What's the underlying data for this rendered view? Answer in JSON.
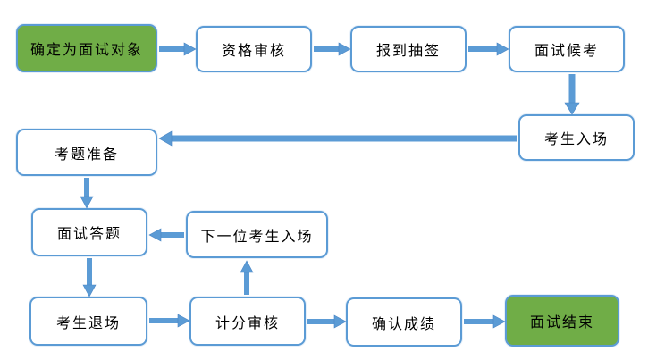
{
  "colors": {
    "accent_blue": "#5B9BD5",
    "arrow_blue": "#5B9BD5",
    "start_end_green": "#70AD47",
    "node_fill": "#FFFFFF",
    "text": "#000000"
  },
  "nodes": [
    {
      "id": "start",
      "label": "确定为面试对象",
      "type": "start"
    },
    {
      "id": "qualification-review",
      "label": "资格审核",
      "type": "process"
    },
    {
      "id": "checkin-draw",
      "label": "报到抽签",
      "type": "process"
    },
    {
      "id": "interview-waiting",
      "label": "面试候考",
      "type": "process"
    },
    {
      "id": "candidate-enter",
      "label": "考生入场",
      "type": "process"
    },
    {
      "id": "question-prep",
      "label": "考题准备",
      "type": "process"
    },
    {
      "id": "interview-answer",
      "label": "面试答题",
      "type": "process"
    },
    {
      "id": "next-candidate-enter",
      "label": "下一位考生入场",
      "type": "process"
    },
    {
      "id": "candidate-exit",
      "label": "考生退场",
      "type": "process"
    },
    {
      "id": "score-review",
      "label": "计分审核",
      "type": "process"
    },
    {
      "id": "confirm-score",
      "label": "确认成绩",
      "type": "process"
    },
    {
      "id": "end",
      "label": "面试结束",
      "type": "end"
    }
  ],
  "edges": [
    {
      "from": "start",
      "to": "qualification-review"
    },
    {
      "from": "qualification-review",
      "to": "checkin-draw"
    },
    {
      "from": "checkin-draw",
      "to": "interview-waiting"
    },
    {
      "from": "interview-waiting",
      "to": "candidate-enter"
    },
    {
      "from": "candidate-enter",
      "to": "question-prep"
    },
    {
      "from": "question-prep",
      "to": "interview-answer"
    },
    {
      "from": "next-candidate-enter",
      "to": "interview-answer"
    },
    {
      "from": "interview-answer",
      "to": "candidate-exit"
    },
    {
      "from": "candidate-exit",
      "to": "score-review"
    },
    {
      "from": "score-review",
      "to": "next-candidate-enter"
    },
    {
      "from": "score-review",
      "to": "confirm-score"
    },
    {
      "from": "confirm-score",
      "to": "end"
    }
  ]
}
